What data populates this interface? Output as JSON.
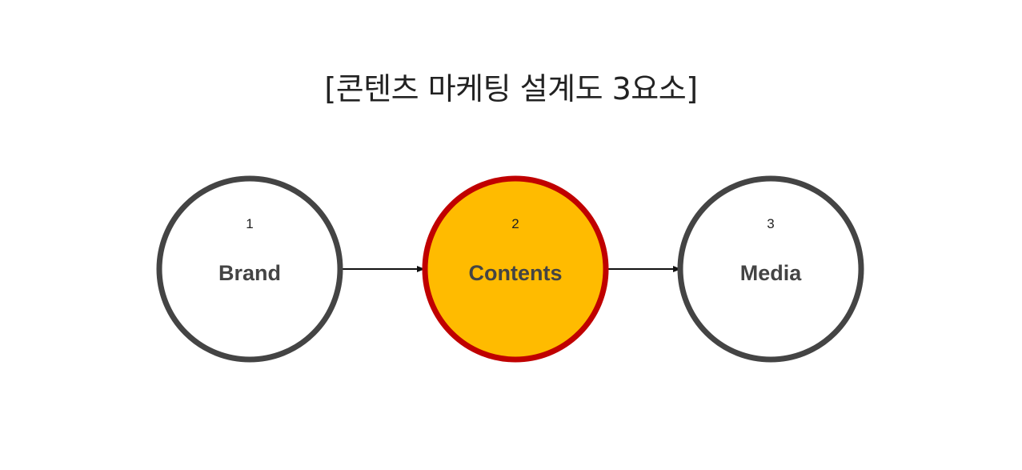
{
  "title": "[콘텐츠 마케팅 설계도 3요소]",
  "nodes": [
    {
      "id": "brand",
      "number": "1",
      "label": "Brand",
      "fill": "#ffffff",
      "stroke": "#444444"
    },
    {
      "id": "contents",
      "number": "2",
      "label": "Contents",
      "fill": "#ffbb00",
      "stroke": "#c00000"
    },
    {
      "id": "media",
      "number": "3",
      "label": "Media",
      "fill": "#ffffff",
      "stroke": "#444444"
    }
  ],
  "edges": [
    {
      "from": "brand",
      "to": "contents"
    },
    {
      "from": "contents",
      "to": "media"
    }
  ],
  "colors": {
    "arrow": "#111111",
    "text": "#444444"
  }
}
